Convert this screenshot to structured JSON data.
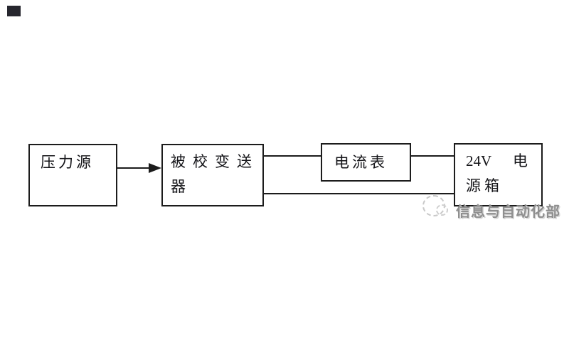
{
  "page": {
    "background_color": "#ffffff",
    "line_color": "#1c1c1c",
    "artifact_block_color": "#26262e"
  },
  "diagram": {
    "boxes": [
      {
        "name": "pressure-source",
        "label": "压力源"
      },
      {
        "name": "transmitter",
        "line1": "被校变送",
        "line2": "器"
      },
      {
        "name": "ammeter",
        "label": "电流表"
      },
      {
        "name": "power-box",
        "line1_left": "24V",
        "line1_right": "电",
        "line2": "源箱"
      }
    ],
    "connections": [
      {
        "from": "pressure-source",
        "to": "transmitter",
        "type": "arrow"
      },
      {
        "from": "transmitter",
        "to": "ammeter",
        "type": "line"
      },
      {
        "from": "ammeter",
        "to": "power-box",
        "type": "line"
      },
      {
        "from": "transmitter",
        "to": "power-box",
        "type": "line"
      }
    ]
  },
  "watermark": {
    "text": "信息与自动化部",
    "color": "#8f8f8f"
  }
}
